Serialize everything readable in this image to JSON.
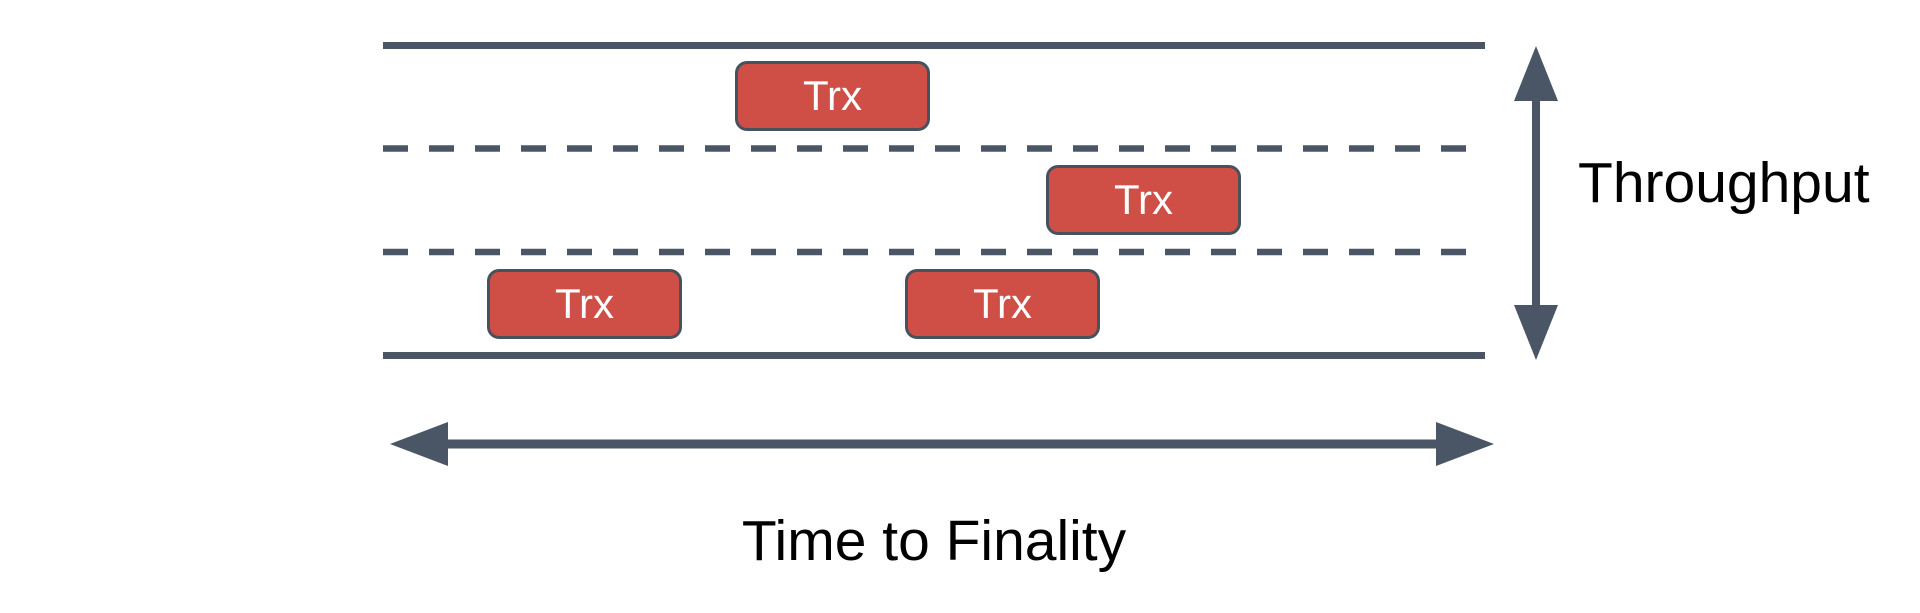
{
  "diagram": {
    "axis_labels": {
      "vertical": "Throughput",
      "horizontal": "Time to Finality"
    },
    "lanes": {
      "count": 3
    },
    "transactions": [
      {
        "label": "Trx",
        "lane": 1
      },
      {
        "label": "Trx",
        "lane": 2
      },
      {
        "label": "Trx",
        "lane": 3
      },
      {
        "label": "Trx",
        "lane": 3
      }
    ],
    "colors": {
      "transaction_fill": "#cf4e45",
      "transaction_border": "#47525f",
      "line_slate": "#4a5566",
      "axis_text": "#000000",
      "transaction_text": "#ffffff"
    }
  }
}
